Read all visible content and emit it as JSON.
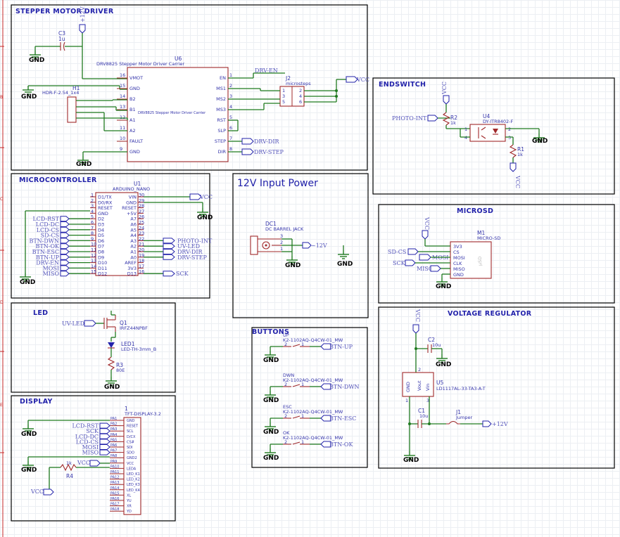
{
  "frames": {
    "stepper": "STEPPER MOTOR DRIVER",
    "endswitch": "ENDSWITCH",
    "micro": "MICROCONTROLLER",
    "power": "12V Input Power",
    "microsd": "MICROSD",
    "led": "LED",
    "buttons": "BUTTONS",
    "volt": "VOLTAGE REGULATOR",
    "display": "DISPLAY"
  },
  "common": {
    "gnd": "GND",
    "vcc": "VCC",
    "v12": "+12V",
    "v12short": "~12V"
  },
  "ruler": [
    "B",
    "C",
    "D",
    "E"
  ],
  "stepper": {
    "c3_ref": "C3",
    "c3_val": "1u",
    "u6_ref": "U6",
    "u6_name": "DRV8825 Stepper Motor Driver Carrier",
    "u6_body": "DRV8825 Stepper Motor Driver Carrier",
    "left_pins": [
      {
        "n": "16",
        "l": "VMOT"
      },
      {
        "n": "15",
        "l": "GND"
      },
      {
        "n": "14",
        "l": "B2"
      },
      {
        "n": "13",
        "l": "B1"
      },
      {
        "n": "12",
        "l": "A1"
      },
      {
        "n": "11",
        "l": "A2"
      },
      {
        "n": "10",
        "l": "FAULT"
      },
      {
        "n": "9",
        "l": "GND"
      }
    ],
    "right_pins": [
      {
        "n": "1",
        "l": "EN"
      },
      {
        "n": "2",
        "l": "MS1"
      },
      {
        "n": "3",
        "l": "MS2"
      },
      {
        "n": "4",
        "l": "MS3"
      },
      {
        "n": "5",
        "l": "RST"
      },
      {
        "n": "6",
        "l": "SLP"
      },
      {
        "n": "7",
        "l": "STEP"
      },
      {
        "n": "8",
        "l": "DIR"
      }
    ],
    "h1_ref": "H1",
    "h1_val": "HDR-F-2.54_1x4",
    "j2_ref": "J2",
    "j2_val": "microsteps",
    "j2_pins_left": [
      "1",
      "3",
      "5"
    ],
    "j2_pins_right": [
      "2",
      "4",
      "6"
    ],
    "nets": {
      "en": "DRV-EN",
      "dir": "DRV-DIR",
      "step": "DRV-STEP"
    }
  },
  "endswitch": {
    "input": "PHOTO-INT",
    "r2_ref": "R2",
    "r2_val": "1k",
    "u4_ref": "U4",
    "u4_val": "DY-ITR8402-F",
    "r1_ref": "R1",
    "r1_val": "1k",
    "pins": [
      "1",
      "2",
      "3",
      "4"
    ]
  },
  "micro": {
    "u1_ref": "U1",
    "u1_val": "ARDUINO_NANO",
    "left_nums": [
      "1",
      "2",
      "3",
      "4",
      "5",
      "6",
      "7",
      "8",
      "9",
      "10",
      "11",
      "12",
      "13",
      "14",
      "15"
    ],
    "left_labels": [
      "D1/TX",
      "D0/RX",
      "RESET",
      "GND",
      "D2",
      "D3",
      "D4",
      "D5",
      "D6",
      "D7",
      "D8",
      "D9",
      "D10",
      "D11",
      "D12"
    ],
    "right_labels": [
      "VIN",
      "GND",
      "RESET",
      "+5V",
      "A7",
      "A6",
      "A5",
      "A4",
      "A3",
      "A2",
      "A1",
      "A0",
      "AREF",
      "3V3",
      "D13"
    ],
    "right_nums": [
      "30",
      "29",
      "28",
      "27",
      "26",
      "25",
      "24",
      "23",
      "22",
      "21",
      "20",
      "19",
      "18",
      "17",
      "16"
    ],
    "left_nets": [
      "LCD-RST",
      "LCD-DC",
      "LCD-CS",
      "SD-CS",
      "BTN-DWN",
      "BTN-OK",
      "BTN-ESC",
      "BTN-UP",
      "DRV-EN",
      "MOSI",
      "MISO"
    ],
    "right_nets": [
      "PHOTO-INT",
      "UV-LED",
      "DRV-DIR",
      "DRV-STEP"
    ],
    "sck": "SCK"
  },
  "power": {
    "dc1_ref": "DC1",
    "dc1_val": "DC BARREL JACK",
    "pins": [
      "3",
      "2",
      "1"
    ]
  },
  "microsd": {
    "m1_ref": "M1",
    "m1_val": "MICRO-SD",
    "pins": [
      "3V3",
      "CS",
      "MOSI",
      "CLK",
      "MISO",
      "GND"
    ],
    "body": "μSD",
    "nets": [
      "SD-CS",
      "MOSI",
      "SCK",
      "MISO"
    ]
  },
  "led": {
    "input": "UV-LED",
    "q1_ref": "Q1",
    "q1_val": "IRFZ44NPBF",
    "led1_ref": "LED1",
    "led1_val": "LED-TH-3mm_B",
    "r3_ref": "R3",
    "r3_val": "80E"
  },
  "buttons": [
    {
      "name": "UP",
      "part": "K2-1102AQ-Q4CW-01_MW",
      "net": "BTN-UP"
    },
    {
      "name": "DWN",
      "part": "K2-1102AQ-Q4CW-01_MW",
      "net": "BTN-DWN"
    },
    {
      "name": "ESC",
      "part": "K2-1102AQ-Q4CW-01_MW",
      "net": "BTN-ESC"
    },
    {
      "name": "OK",
      "part": "K2-1102AQ-Q4CW-01_MW",
      "net": "BTN-OK"
    }
  ],
  "volt": {
    "c2_ref": "C2",
    "c2_val": "10u",
    "u5_ref": "U5",
    "u5_val": "LD1117AL-33-TA3-A-T",
    "u5_gnd": "GND",
    "u5_vout": "Vout",
    "u5_vin": "Vin",
    "c1_ref": "C1",
    "c1_val": "10u",
    "j1_ref": "J1",
    "j1_val": "Jumper",
    "pins": [
      "1",
      "2",
      "3"
    ]
  },
  "display": {
    "ref": "1",
    "val": "TFT-DISPLAY-3.2",
    "pins": [
      "GND",
      "RESET",
      "SCL",
      "D/CX",
      "CS#",
      "SDI",
      "SDO",
      "GND2",
      "VCC",
      "LEDA",
      "LED_K1",
      "LED_K2",
      "LED_K3",
      "LED_K4",
      "XL",
      "YU",
      "XR",
      "YD"
    ],
    "pad_ids": [
      "PA1",
      "PA2",
      "PA3",
      "PA4",
      "PA5",
      "PA6",
      "PA7",
      "PA8",
      "PA9",
      "PA10",
      "PA11",
      "PA12",
      "PA13",
      "PA14",
      "PA15",
      "PA16",
      "PA17",
      "PA18"
    ],
    "nets": [
      "LCD-RST",
      "SCK",
      "LCD-DC",
      "LCD-CS",
      "MOSI",
      "MISO"
    ],
    "r4_ref": "R4",
    "r4_val": "1k"
  }
}
